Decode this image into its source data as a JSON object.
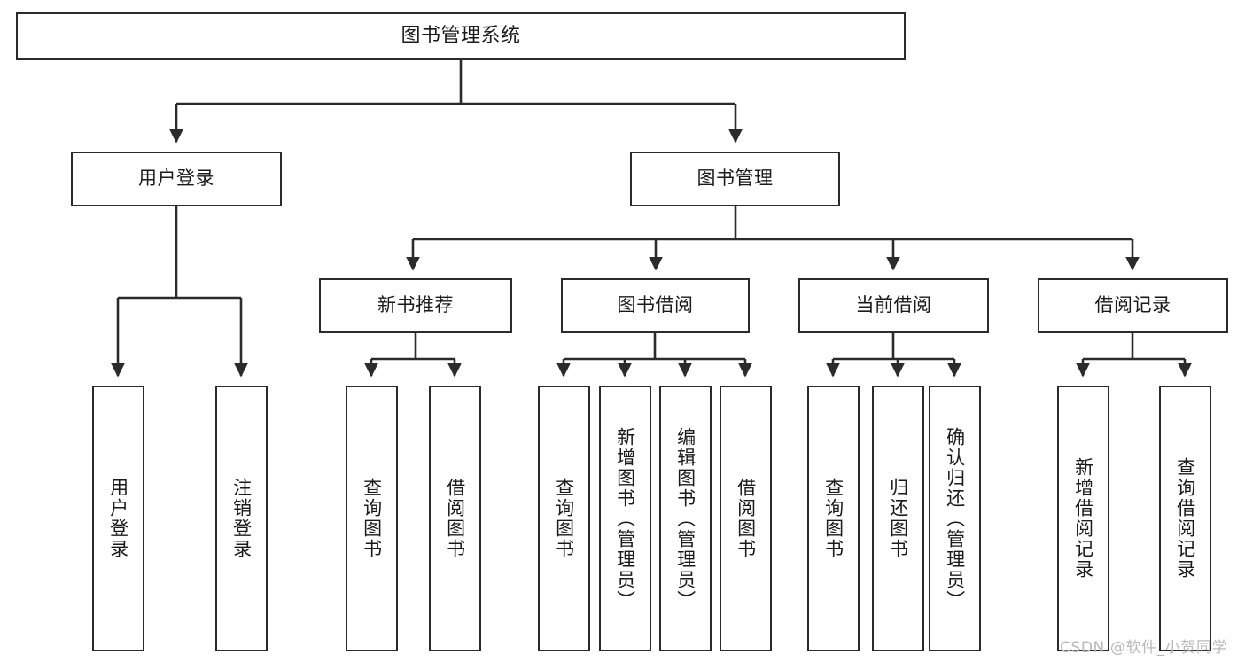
{
  "diagram": {
    "title": "图书管理系统",
    "type": "tree-hierarchy-chart",
    "colors": {
      "box_border": "#2b2b2b",
      "box_fill": "#ffffff",
      "line": "#2b2b2b",
      "text": "#1a1a1a",
      "watermark": "#b9b9b9"
    },
    "root": {
      "label": "图书管理系统"
    },
    "level1": [
      {
        "label": "用户登录"
      },
      {
        "label": "图书管理"
      }
    ],
    "level2": [
      {
        "label": "新书推荐"
      },
      {
        "label": "图书借阅"
      },
      {
        "label": "当前借阅"
      },
      {
        "label": "借阅记录"
      }
    ],
    "leaves": {
      "user_login": [
        {
          "label": "用户登录"
        },
        {
          "label": "注销登录"
        }
      ],
      "new_book_recommend": [
        {
          "label": "查询图书"
        },
        {
          "label": "借阅图书"
        }
      ],
      "book_borrow": [
        {
          "label": "查询图书"
        },
        {
          "label": "新增图书（管理员）"
        },
        {
          "label": "编辑图书（管理员）"
        },
        {
          "label": "借阅图书"
        }
      ],
      "current_borrow": [
        {
          "label": "查询图书"
        },
        {
          "label": "归还图书"
        },
        {
          "label": "确认归还（管理员）"
        }
      ],
      "borrow_record": [
        {
          "label": "新增借阅记录"
        },
        {
          "label": "查询借阅记录"
        }
      ]
    },
    "watermark": "CSDN @软件_小贺同学"
  }
}
